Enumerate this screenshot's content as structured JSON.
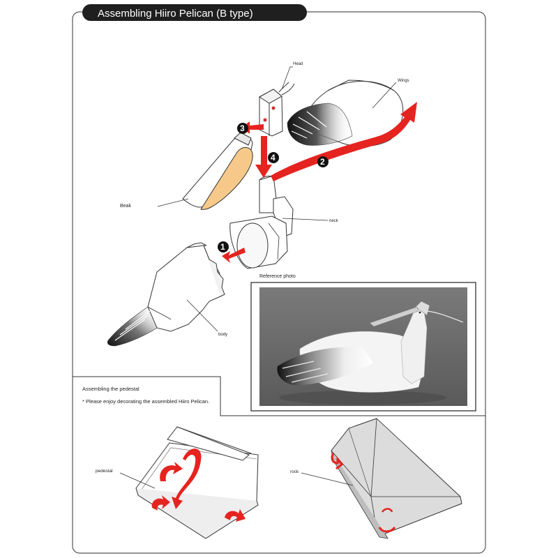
{
  "title": "Assembling Hiiro Pelican (B type)",
  "labels": {
    "head": "Head",
    "wings": "Wings",
    "beak": "Beak",
    "neck": "neck",
    "body": "body",
    "reference_photo": "Reference photo",
    "pedestal": "pedestal",
    "rock": "rock"
  },
  "steps": [
    "1",
    "2",
    "3",
    "4"
  ],
  "pedestal_section": {
    "heading": "Assembling the pedestal",
    "note": "* Please enjoy decorating the assembled Hiiro Pelican."
  },
  "colors": {
    "arrow": "#e52420",
    "beak_fill": "#f6c98a",
    "title_bg": "#1f1f1f",
    "photo_bg": "#6e6e6e",
    "rock_fill": "#d9d9d9"
  },
  "icons": [
    "red-arrow-icon",
    "step-badge-icon",
    "curl-arrow-icon"
  ]
}
